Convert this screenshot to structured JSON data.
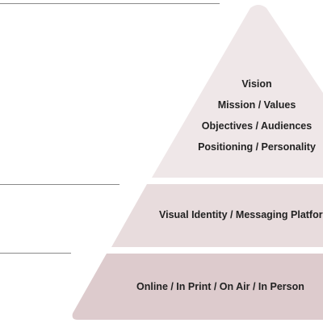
{
  "diagram": {
    "colors": {
      "tier_top": "#efe7e8",
      "tier_middle": "#e8dcdd",
      "tier_bottom": "#ddcbcd",
      "text": "#222222",
      "rule": "#8a8a8a"
    },
    "tiers": [
      {
        "lines": [
          "Vision",
          "Mission / Values",
          "Objectives / Audiences",
          "Positioning / Personality"
        ]
      },
      {
        "lines": [
          "Visual Identity  /  Messaging Platform"
        ]
      },
      {
        "lines": [
          "Online  /  In Print  /  On Air  /  In Person"
        ]
      }
    ]
  }
}
